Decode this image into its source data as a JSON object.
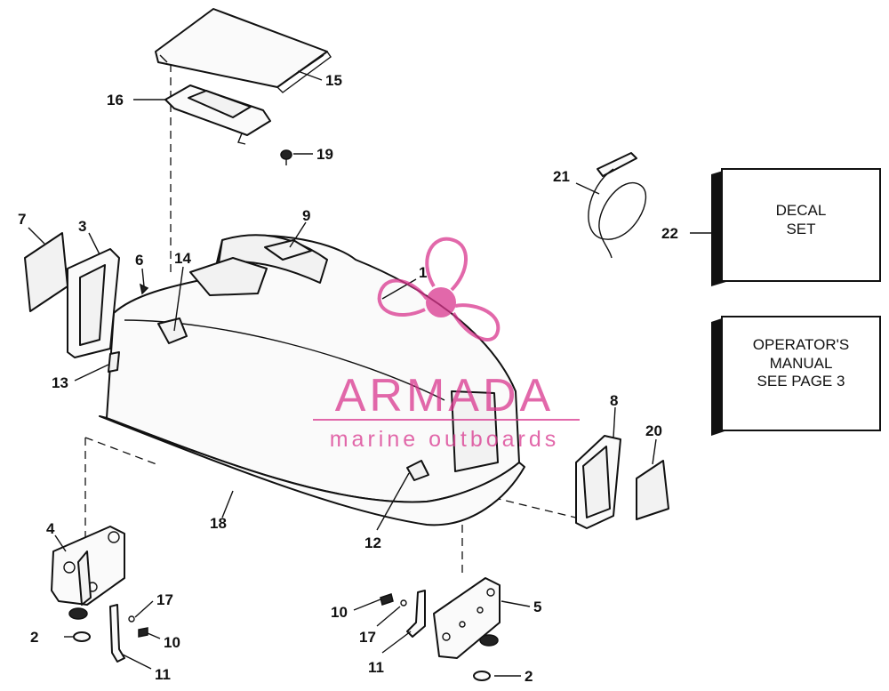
{
  "callouts": {
    "c1": "1",
    "c2a": "2",
    "c2b": "2",
    "c3": "3",
    "c4": "4",
    "c5": "5",
    "c6": "6",
    "c7": "7",
    "c8": "8",
    "c9": "9",
    "c10a": "10",
    "c10b": "10",
    "c11a": "11",
    "c11b": "11",
    "c12": "12",
    "c13": "13",
    "c14": "14",
    "c15": "15",
    "c16": "16",
    "c17a": "17",
    "c17b": "17",
    "c18": "18",
    "c19": "19",
    "c20": "20",
    "c21": "21",
    "c22": "22"
  },
  "boxes": {
    "decal_line1": "DECAL",
    "decal_line2": "SET",
    "manual_line1": "OPERATOR'S",
    "manual_line2": "MANUAL",
    "manual_line3": "SEE PAGE 3"
  },
  "watermark": {
    "brand": "ARMADA",
    "tagline": "marine outboards",
    "color": "#d9368e"
  }
}
